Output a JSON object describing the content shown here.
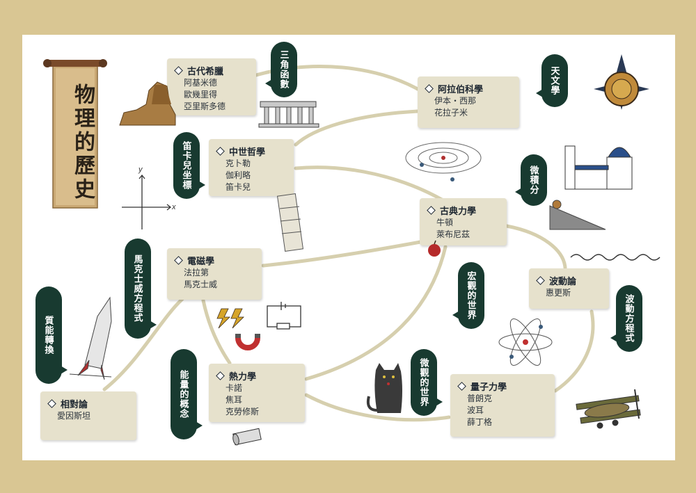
{
  "title": "物理的歷史",
  "nodes": {
    "ancient_greece": {
      "title": "古代希臘",
      "people": [
        "阿基米德",
        "歐幾里得",
        "亞里斯多德"
      ]
    },
    "arabic_science": {
      "title": "阿拉伯科學",
      "people": [
        "伊本・西那",
        "花拉子米"
      ]
    },
    "medieval_philosophy": {
      "title": "中世哲學",
      "people": [
        "克卜勒",
        "伽利略",
        "笛卡兒"
      ]
    },
    "classical_mechanics": {
      "title": "古典力學",
      "people": [
        "牛頓",
        "萊布尼茲"
      ]
    },
    "electromagnetism": {
      "title": "電磁學",
      "people": [
        "法拉第",
        "馬克士威"
      ]
    },
    "wave_theory": {
      "title": "波動論",
      "people": [
        "惠更斯"
      ]
    },
    "thermodynamics": {
      "title": "熱力學",
      "people": [
        "卡諾",
        "焦耳",
        "克勞修斯"
      ]
    },
    "relativity": {
      "title": "相對論",
      "people": [
        "愛因斯坦"
      ]
    },
    "quantum_mechanics": {
      "title": "量子力學",
      "people": [
        "普朗克",
        "波耳",
        "薛丁格"
      ]
    }
  },
  "tags": {
    "trigonometry": "三角函數",
    "astronomy": "天文學",
    "cartesian": "笛卡兒坐標",
    "calculus": "微積分",
    "maxwell_eq": "馬克士威方程式",
    "macro_world": "宏觀的世界",
    "wave_eq": "波動方程式",
    "mass_energy": "質能轉換",
    "energy_concept": "能量的概念",
    "micro_world": "微觀的世界"
  },
  "axis_labels": {
    "x": "x",
    "y": "y"
  },
  "colors": {
    "background": "#d9c693",
    "board": "#ffffff",
    "node": "#e6e1cc",
    "tag": "#183a30",
    "path": "#d6cfae"
  },
  "icons": [
    "sphinx-icon",
    "parthenon-icon",
    "compass-rose-icon",
    "orbit-icon",
    "leaning-tower-icon",
    "church-icon",
    "incline-icon",
    "apple-icon",
    "wave-icon",
    "lightning-icon",
    "magnet-icon",
    "circuit-icon",
    "atom-icon",
    "cat-icon",
    "rocket-icon",
    "biplane-icon",
    "cylinder-icon"
  ]
}
